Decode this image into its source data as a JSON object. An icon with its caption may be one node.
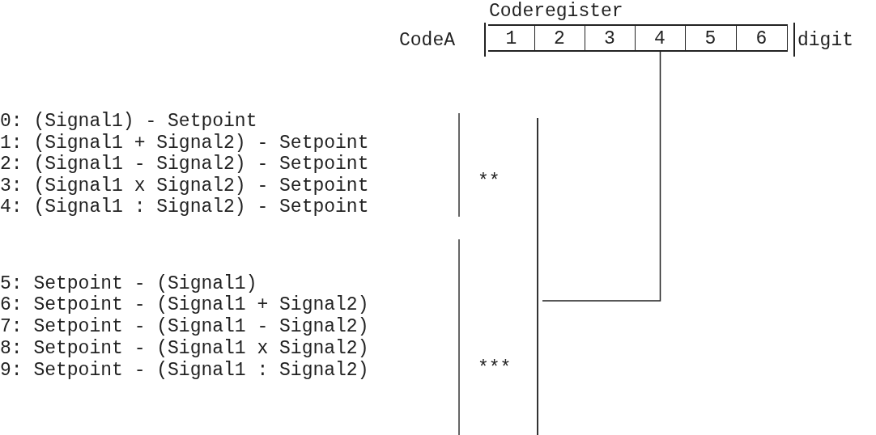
{
  "diagram": {
    "nodes": [
      {
        "text": [
          "Coderegister"
        ]
      },
      {
        "text": [
          "1"
        ],
        "in": 0
      },
      {
        "text": [
          "2"
        ],
        "in": 0
      },
      {
        "text": [
          "3"
        ],
        "in": 0
      },
      {
        "text": [
          "4"
        ],
        "in": 0
      },
      {
        "text": [
          "5"
        ],
        "in": 0
      },
      {
        "text": [
          "6"
        ],
        "in": 0
      },
      {
        "text": [],
        "shape": "bar"
      }
    ],
    "edges": [
      {
        "from": 4,
        "to": 7,
        "arrow": "none"
      }
    ],
    "labels": [
      "CodeA",
      "digit",
      "0: (Signal1) - Setpoint",
      "1: (Signal1 + Signal2) - Setpoint",
      "2: (Signal1 - Signal2) - Setpoint",
      "**",
      "3: (Signal1 x Signal2) - Setpoint",
      "4: (Signal1 : Signal2) - Setpoint",
      "5: Setpoint - (Signal1)",
      "6: Setpoint - (Signal1 + Signal2)",
      "7: Setpoint - (Signal1 - Signal2)",
      "***",
      "8: Setpoint - (Signal1 x Signal2)",
      "9: Setpoint - (Signal1 : Signal2)"
    ]
  }
}
